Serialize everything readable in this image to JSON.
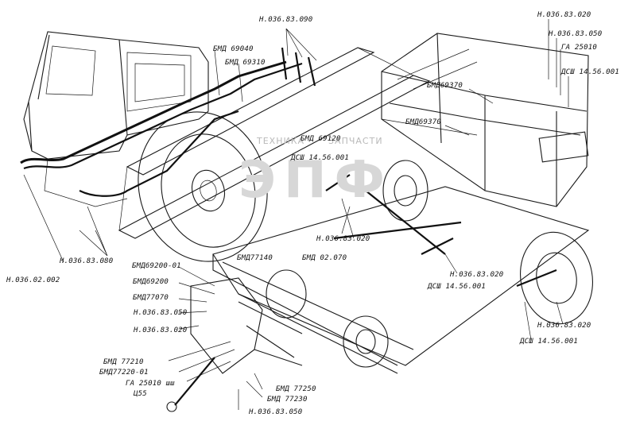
{
  "watermark": {
    "text_left": "ТЕХНИКА",
    "text_right": "ЗАПЧАСТИ",
    "logo": "ЭПФ"
  },
  "labels": {
    "n03683090": "Н.036.83.090",
    "bmd69040": "БМД 69040",
    "bmd69310": "БМД 69310",
    "n03683020_top": "Н.036.83.020",
    "n03683050_top": "Н.036.83.050",
    "ga25010_top": "ГА 25010",
    "dsh1456001_top": "ДСШ 14.56.001",
    "bmd69370_a": "БМД69370",
    "bmd69370_b": "БМД69370",
    "bmd69120": "БМД 69120",
    "dsh1456001_mid": "ДСШ 14.56.001",
    "n03683020_mid": "Н.036.83.020",
    "n03683080": "Н.036.83.080",
    "n03602002": "Н.036.02.002",
    "bmd69200_01": "БМД69200-01",
    "bmd77140": "БМД77140",
    "bmd02070": "БМД 02.070",
    "bmd69200": "БМД69200",
    "bmd77070": "БМД77070",
    "n03683050_left": "Н.036.83.050",
    "n03683020_left": "Н.036.83.020",
    "n03683020_right": "Н.036.83.020",
    "dsh1456001_right": "ДСШ 14.56.001",
    "n03683020_br": "Н.036.83.020",
    "dsh1456001_br": "ДСШ 14.56.001",
    "bmd77210": "БМД 77210",
    "bmd77220_01": "БМД77220-01",
    "ga25010_bottom": "ГА 25010 шш",
    "ts55": "Ц55",
    "bmd77250": "БМД 77250",
    "bmd77230": "БМД 77230",
    "n03683050_bottom": "Н.036.83.050"
  }
}
